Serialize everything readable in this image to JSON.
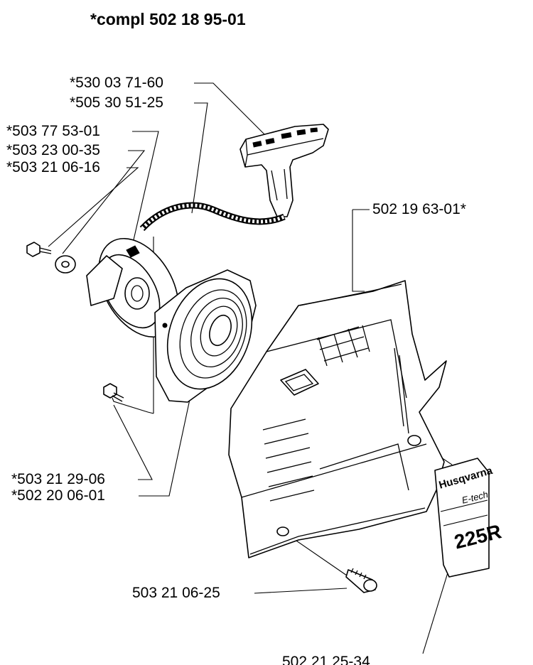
{
  "title": "*compl 502 18 95-01",
  "labels": {
    "handle": "*530 03 71-60",
    "rope": "*505 30 51-25",
    "pulley": "*503 77 53-01",
    "washer": "*503 23 00-35",
    "center_screw": "*503 21 06-16",
    "spring_screw": "*503 21 29-06",
    "spring_cassette": "*502 20 06-01",
    "cover": "502 19 63-01*",
    "cover_screw": "503 21 06-25",
    "decal": "502 21 25-34"
  },
  "decal_text": {
    "brand": "Husqvarna",
    "line": "E-tech",
    "model": "225R"
  }
}
